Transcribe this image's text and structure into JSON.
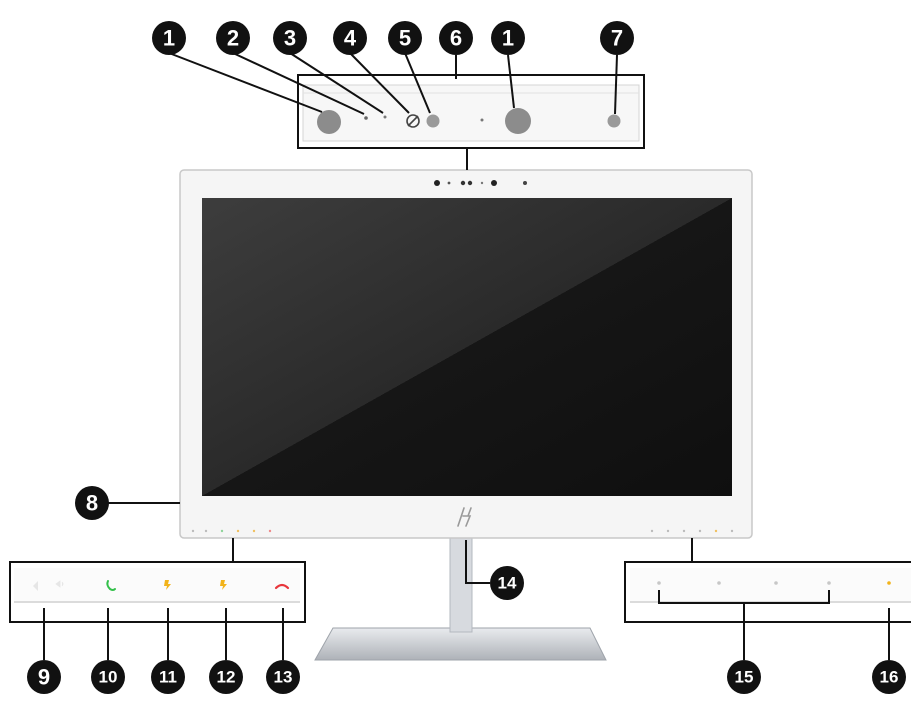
{
  "colors": {
    "callout": "#111111",
    "callout_text": "#ffffff",
    "line": "#111111",
    "bezel": "#f4f4f4",
    "screen_dark": "#141414",
    "screen_light": "#3a3a3a",
    "stand": "#c9ccd0",
    "call_green": "#33c04a",
    "mute_amber": "#f2b31a",
    "end_red": "#e8363c"
  },
  "callouts": {
    "c1": "1",
    "c2": "2",
    "c3": "3",
    "c4": "4",
    "c5": "5",
    "c6": "6",
    "c7": "7",
    "c8": "8",
    "c9": "9",
    "c10": "10",
    "c11": "11",
    "c12": "12",
    "c13": "13",
    "c14": "14",
    "c15": "15",
    "c16": "16"
  },
  "icons": {
    "webcam": "webcam-lens-icon",
    "ir_camera": "infrared-camera-icon",
    "privacy": "privacy-shutter-icon",
    "logo": "hp-logo-icon",
    "call": "call-answer-icon",
    "hangup": "call-end-icon",
    "mic_mute": "microphone-mute-icon",
    "volume": "volume-icon"
  }
}
